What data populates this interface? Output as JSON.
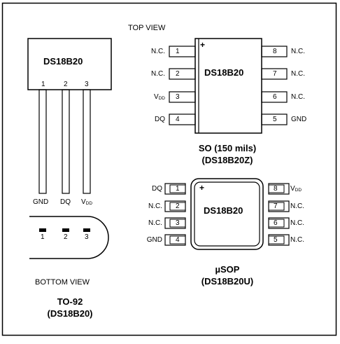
{
  "top_view_label": "TOP VIEW",
  "bottom_view_label": "BOTTOM VIEW",
  "to92": {
    "chip_name": "DS18B20",
    "pin_numbers": [
      "1",
      "2",
      "3"
    ],
    "pin_names": [
      {
        "main": "GND",
        "sub": ""
      },
      {
        "main": "DQ",
        "sub": ""
      },
      {
        "main": "V",
        "sub": "DD"
      }
    ],
    "bottom_pin_numbers": [
      "1",
      "2",
      "3"
    ],
    "caption_line1": "TO-92",
    "caption_line2": "(DS18B20)"
  },
  "so8": {
    "chip_name": "DS18B20",
    "pin1_mark": "+",
    "left_pins": [
      {
        "num": "1",
        "name": "N.C.",
        "sub": ""
      },
      {
        "num": "2",
        "name": "N.C.",
        "sub": ""
      },
      {
        "num": "3",
        "name": "V",
        "sub": "DD"
      },
      {
        "num": "4",
        "name": "DQ",
        "sub": ""
      }
    ],
    "right_pins": [
      {
        "num": "8",
        "name": "N.C.",
        "sub": ""
      },
      {
        "num": "7",
        "name": "N.C.",
        "sub": ""
      },
      {
        "num": "6",
        "name": "N.C.",
        "sub": ""
      },
      {
        "num": "5",
        "name": "GND",
        "sub": ""
      }
    ],
    "caption_line1": "SO (150 mils)",
    "caption_line2": "(DS18B20Z)"
  },
  "usop": {
    "chip_name": "DS18B20",
    "pin1_mark": "+",
    "left_pins": [
      {
        "num": "1",
        "name": "DQ",
        "sub": ""
      },
      {
        "num": "2",
        "name": "N.C.",
        "sub": ""
      },
      {
        "num": "3",
        "name": "N.C.",
        "sub": ""
      },
      {
        "num": "4",
        "name": "GND",
        "sub": ""
      }
    ],
    "right_pins": [
      {
        "num": "8",
        "name": "V",
        "sub": "DD"
      },
      {
        "num": "7",
        "name": "N.C.",
        "sub": ""
      },
      {
        "num": "6",
        "name": "N.C.",
        "sub": ""
      },
      {
        "num": "5",
        "name": "N.C.",
        "sub": ""
      }
    ],
    "caption_line1": "µSOP",
    "caption_line2": "(DS18B20U)"
  },
  "colors": {
    "line": "#000000",
    "background": "#ffffff"
  }
}
